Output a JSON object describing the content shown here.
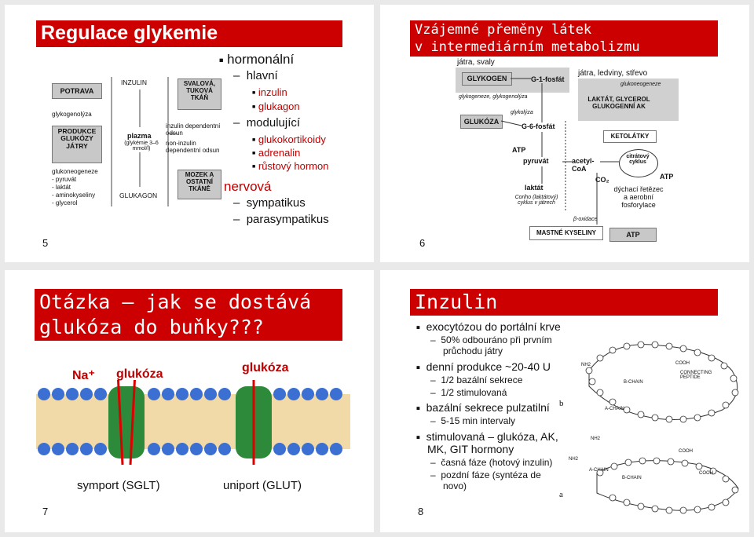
{
  "slide5": {
    "title": "Regulace glykemie",
    "page_number": "5",
    "diagram": {
      "potrava": "POTRAVA",
      "glykogenolyza": "glykogenolýza",
      "produkce": "PRODUKCE GLUKÓZY JÁTRY",
      "glukoneogeneze_list": [
        "glukoneogeneze",
        "- pyruvát",
        "- laktát",
        "- aminokyseliny",
        "- glycerol"
      ],
      "insulin": "INZULIN",
      "plazma": "plazma",
      "plazma_note": "(glykémie 3–6 mmol/l)",
      "glukagon": "GLUKAGON",
      "inz_dep": "inzulin dependentní odsun",
      "non_inz": "non-inzulin dependentní odsun",
      "svalova": "SVALOVÁ, TUKOVÁ TKÁŇ",
      "mozek": "MOZEK A OSTATNÍ TKÁNĚ"
    },
    "bullets": [
      {
        "level": 1,
        "text": "hormonální",
        "color": "#000000"
      },
      {
        "level": 2,
        "text": "hlavní",
        "color": "#000000"
      },
      {
        "level": 3,
        "text": "inzulin",
        "color": "#c00000"
      },
      {
        "level": 3,
        "text": "glukagon",
        "color": "#c00000"
      },
      {
        "level": 2,
        "text": "modulující",
        "color": "#000000"
      },
      {
        "level": 3,
        "text": "glukokortikoidy",
        "color": "#c00000"
      },
      {
        "level": 3,
        "text": "adrenalin",
        "color": "#c00000"
      },
      {
        "level": 3,
        "text": "růstový hormon",
        "color": "#c00000"
      },
      {
        "level": 1,
        "text": "nervová",
        "color": "#c00000"
      },
      {
        "level": 2,
        "text": "sympatikus",
        "color": "#000000"
      },
      {
        "level": 2,
        "text": "parasympatikus",
        "color": "#000000"
      }
    ]
  },
  "slide6": {
    "title_line1": "Vzájemné přeměny látek",
    "title_line2": "v intermediárním metabolizmu",
    "page_number": "6",
    "diagram": {
      "jatra_svaly": "játra, svaly",
      "glykogen": "GLYKOGEN",
      "g1f": "G-1-fosfát",
      "glykogeneze": "glykogeneze, glykogenolýza",
      "glukoza": "GLUKÓZA",
      "glykolyza": "glykolýza",
      "g6f": "G-6-fosfát",
      "atp1": "ATP",
      "pyruvat": "pyruvát",
      "laktat": "laktát",
      "cori": "Coriho (laktátový) cyklus v játrech",
      "jatra_ledviny": "játra, ledviny, střevo",
      "glukoneogeneze": "glukoneogeneze",
      "laktat_glycerol": "LAKTÁT, GLYCEROL GLUKOGENNÍ AK",
      "ketolatky": "KETOLÁTKY",
      "acetyl": "acetyl-CoA",
      "citratovy": "citrátový cyklus",
      "co2": "CO₂",
      "atp2": "ATP",
      "dychaci": "dýchací řetězec a aerobní fosforylace",
      "beta": "β-oxidace",
      "mastne": "MASTNÉ KYSELINY",
      "atp3": "ATP"
    }
  },
  "slide7": {
    "title_line1": "Otázka – jak se dostává",
    "title_line2": "glukóza do buňky???",
    "page_number": "7",
    "na": "Na⁺",
    "glukoza_left": "glukóza",
    "glukoza_right": "glukóza",
    "symport": "symport (SGLT)",
    "uniport": "uniport (GLUT)"
  },
  "slide8": {
    "title": "Inzulin",
    "page_number": "8",
    "bullets": [
      {
        "level": 1,
        "text": "exocytózou do portální krve"
      },
      {
        "level": 2,
        "text": "50% odbouráno při prvním průchodu játry"
      },
      {
        "level": 1,
        "text": "denní produkce ~20-40 U"
      },
      {
        "level": 2,
        "text": "1/2 bazální sekrece"
      },
      {
        "level": 2,
        "text": "1/2 stimulovaná"
      },
      {
        "level": 1,
        "text": "bazální sekrece pulzatilní"
      },
      {
        "level": 2,
        "text": "5-15 min intervaly"
      },
      {
        "level": 1,
        "text": "stimulovaná – glukóza, AK, MK, GIT hormony"
      },
      {
        "level": 2,
        "text": "časná fáze (hotový inzulin)"
      },
      {
        "level": 2,
        "text": "pozdní fáze (syntéza de novo)"
      }
    ],
    "struct": {
      "label_b": "b",
      "label_a": "a",
      "nh2_top": "NH2",
      "cooh_top": "COOH",
      "connecting": "CONNECTING PEPTIDE",
      "b_chain_top": "B-CHAIN",
      "a_chain_top": "A-CHAIN",
      "nh2_bottom": "NH2",
      "nh2_bottom2": "NH2",
      "a_chain_bottom": "A-CHAIN",
      "b_chain_bottom": "B-CHAIN",
      "cooh_bottom": "COOH",
      "cooh_bottom2": "COOH"
    }
  }
}
